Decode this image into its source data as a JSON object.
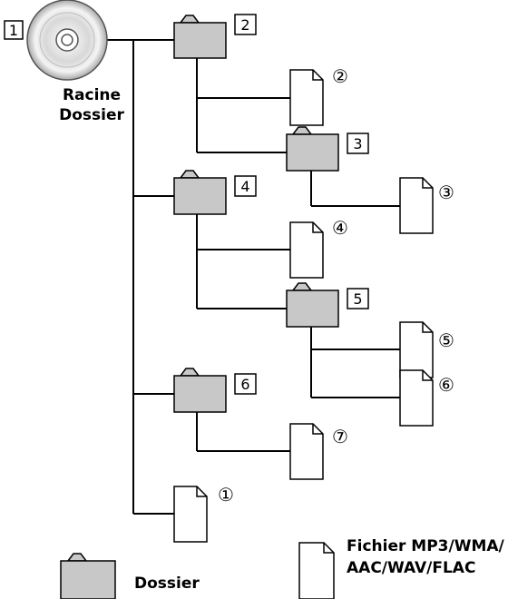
{
  "root": {
    "number": "1",
    "label_line1": "Racine",
    "label_line2": "Dossier"
  },
  "folders": [
    {
      "number": "2"
    },
    {
      "number": "3"
    },
    {
      "number": "4"
    },
    {
      "number": "5"
    },
    {
      "number": "6"
    }
  ],
  "files": [
    {
      "number": "①"
    },
    {
      "number": "②"
    },
    {
      "number": "③"
    },
    {
      "number": "④"
    },
    {
      "number": "⑤"
    },
    {
      "number": "⑥"
    },
    {
      "number": "⑦"
    }
  ],
  "legend": {
    "folder_label": "Dossier",
    "file_label_line1": "Fichier MP3/WMA/",
    "file_label_line2": "AAC/WAV/FLAC"
  },
  "colors": {
    "folder_fill": "#c8c8c8",
    "line": "#000000"
  }
}
